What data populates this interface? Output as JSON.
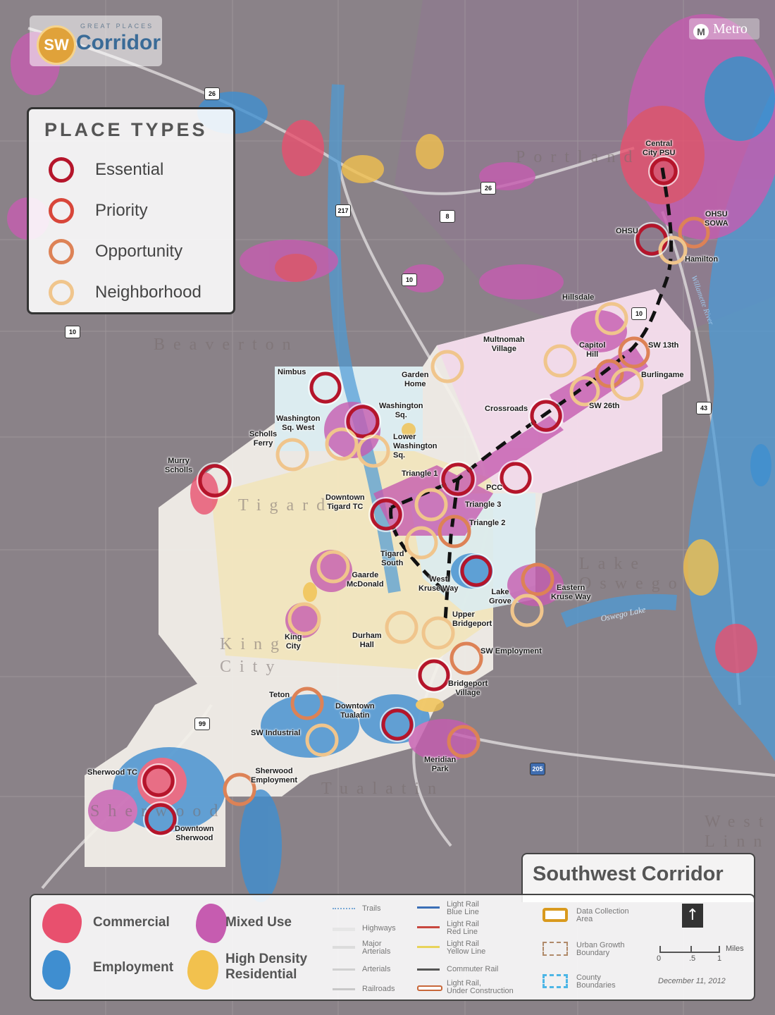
{
  "logo": {
    "small_text": "GREAT PLACES",
    "badge": "SW",
    "word": "Corridor"
  },
  "publisher": {
    "icon": "metro-icon",
    "name": "Metro"
  },
  "place_types": {
    "title": "PLACE TYPES",
    "items": [
      {
        "label": "Essential",
        "color": "#b5152b"
      },
      {
        "label": "Priority",
        "color": "#d8463a"
      },
      {
        "label": "Opportunity",
        "color": "#dd8256"
      },
      {
        "label": "Neighborhood",
        "color": "#f0c58c"
      }
    ]
  },
  "city_labels": [
    "Beaverton",
    "Tigard",
    "King City",
    "Lake Oswego",
    "Tualatin",
    "Sherwood",
    "West Linn",
    "Portland"
  ],
  "highway_shields": [
    "26",
    "26",
    "217",
    "8",
    "10",
    "10",
    "10",
    "43",
    "99",
    "205"
  ],
  "water_labels": [
    "Willamette River",
    "Oswego Lake"
  ],
  "station_labels": [
    "Central\nCity PSU",
    "OHSU",
    "OHSU\nSOWA",
    "Hamilton",
    "Hillsdale",
    "Multnomah\nVillage",
    "Capitol\nHill",
    "SW 13th",
    "Burlingame",
    "Garden\nHome",
    "Crossroads",
    "SW 26th",
    "Nimbus",
    "Washington\nSq.",
    "Washington\nSq. West",
    "Scholls\nFerry",
    "Lower\nWashington\nSq.",
    "Murry\nScholls",
    "Triangle 1",
    "PCC",
    "Downtown\nTigard TC",
    "Triangle 3",
    "Triangle 2",
    "Tigard\nSouth",
    "Gaarde\nMcDonald",
    "West\nKruse Way",
    "Lake\nGrove",
    "Eastern\nKruse Way",
    "King\nCity",
    "Durham\nHall",
    "Upper\nBridgeport",
    "SW Employment",
    "Bridgeport\nVillage",
    "Teton",
    "Downtown\nTualatin",
    "SW Industrial",
    "Meridian\nPark",
    "Sherwood TC",
    "Sherwood\nEmployment",
    "Downtown\nSherwood"
  ],
  "legend": {
    "title": "Southwest Corridor",
    "land_use": [
      {
        "label": "Commercial",
        "color": "#e8506e"
      },
      {
        "label": "Mixed Use",
        "color": "#c65cb0"
      },
      {
        "label": "Employment",
        "color": "#3f8ed0"
      },
      {
        "label": "High Density\nResidential",
        "color": "#f2c14e"
      }
    ],
    "lines_col1": [
      {
        "label": "Trails",
        "color": "#7aa9d6",
        "style": "dotted"
      },
      {
        "label": "Highways",
        "color": "#e6e6e6",
        "style": "solid"
      },
      {
        "label": "Major\nArterials",
        "color": "#dcdcdc",
        "style": "solid"
      },
      {
        "label": "Arterials",
        "color": "#d0d0d0",
        "style": "solid"
      },
      {
        "label": "Railroads",
        "color": "#c8c8c8",
        "style": "solid"
      }
    ],
    "lines_col2": [
      {
        "label": "Light Rail\nBlue Line",
        "color": "#3b6fb6",
        "style": "solid"
      },
      {
        "label": "Light Rail\nRed Line",
        "color": "#c8473f",
        "style": "solid"
      },
      {
        "label": "Light Rail\nYellow Line",
        "color": "#e8d35a",
        "style": "solid"
      },
      {
        "label": "Commuter Rail",
        "color": "#555555",
        "style": "solid"
      },
      {
        "label": "Light Rail,\nUnder Construction",
        "color": "#c8683a",
        "style": "dashed"
      }
    ],
    "boxes": [
      {
        "label": "Data Collection\nArea",
        "color": "#d99a1e",
        "style": "solid"
      },
      {
        "label": "Urban Growth\nBoundary",
        "color": "#b08a6a",
        "style": "dashed"
      },
      {
        "label": "County\nBoundaries",
        "color": "#4db6e6",
        "style": "dashed"
      }
    ],
    "north_icon": "north-arrow-icon",
    "scale": {
      "ticks": [
        "0",
        ".5",
        "1"
      ],
      "unit": "Miles"
    },
    "date": "December 11, 2012"
  }
}
